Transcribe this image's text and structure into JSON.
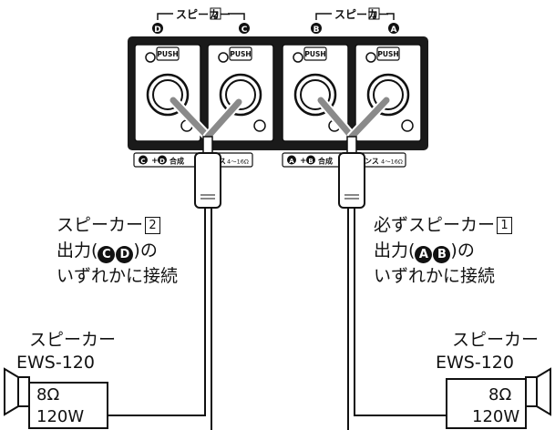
{
  "groups": {
    "speaker2_label": "スピーカー",
    "speaker2_num": "2",
    "speaker1_label": "スピーカー",
    "speaker1_num": "1"
  },
  "channels": [
    "D",
    "C",
    "B",
    "A"
  ],
  "connectors": [
    "PUSH",
    "PUSH",
    "PUSH",
    "PUSH"
  ],
  "panel": {
    "left_letters": [
      "C",
      "D"
    ],
    "left_text_a": "合成",
    "left_text_b": "ンス",
    "left_range": "4～16Ω",
    "right_letters": [
      "A",
      "B"
    ],
    "right_text_a": "合成",
    "right_text_b": "ンス",
    "right_range": "4～16Ω"
  },
  "note_left": {
    "line1_text": "スピーカー",
    "line1_num": "2",
    "line2_a": "出力(",
    "line2_b": ")の",
    "line2_letters": [
      "C",
      "D"
    ],
    "line3": "いずれかに接続"
  },
  "note_right": {
    "line1_text": "必ずスピーカー",
    "line1_num": "1",
    "line2_a": "出力(",
    "line2_b": ")の",
    "line2_letters": [
      "A",
      "B"
    ],
    "line3": "いずれかに接続"
  },
  "speaker_left": {
    "title": "スピーカー",
    "model": "EWS-120",
    "impedance": "8Ω",
    "power": "120W"
  },
  "speaker_right": {
    "title": "スピーカー",
    "model": "EWS-120",
    "impedance": "8Ω",
    "power": "120W"
  },
  "colors": {
    "line": "#111111",
    "panel": "#1a1a1a",
    "background": "#ffffff"
  }
}
